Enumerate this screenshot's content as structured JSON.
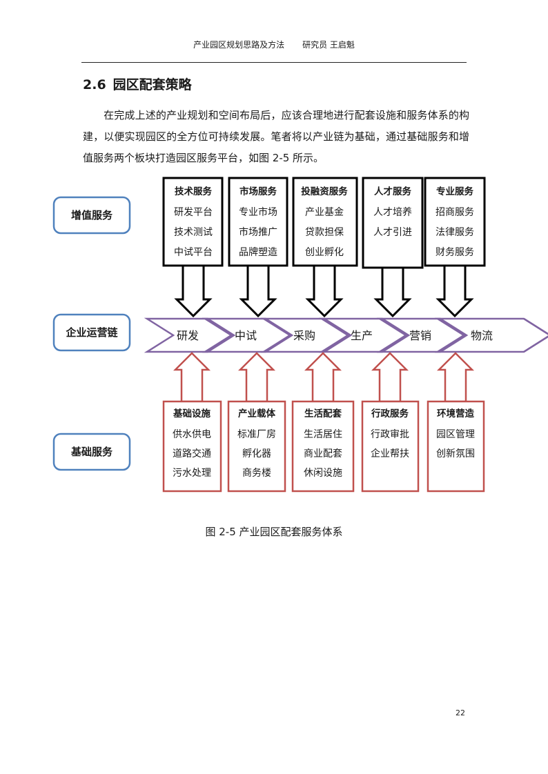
{
  "header": {
    "left": "产业园区规划思路及方法",
    "right": "研究员  王启魁"
  },
  "section": {
    "number": "2.6",
    "title": "园区配套策略"
  },
  "paragraph": "在完成上述的产业规划和空间布局后，应该合理地进行配套设施和服务体系的构建，以便实现园区的全方位可持续发展。笔者将以产业链为基础，通过基础服务和增值服务两个板块打造园区服务平台，如图 2-5 所示。",
  "diagram": {
    "labels": {
      "value_added": "增值服务",
      "chain": "企业运营链",
      "basic": "基础服务"
    },
    "chain_steps": [
      "研发",
      "中试",
      "采购",
      "生产",
      "营销",
      "物流"
    ],
    "top_boxes": [
      {
        "title": "技术服务",
        "items": [
          "研发平台",
          "技术测试",
          "中试平台"
        ]
      },
      {
        "title": "市场服务",
        "items": [
          "专业市场",
          "市场推广",
          "品牌塑造"
        ]
      },
      {
        "title": "投融资服务",
        "items": [
          "产业基金",
          "贷款担保",
          "创业孵化"
        ]
      },
      {
        "title": "人才服务",
        "items": [
          "人才培养",
          "人才引进"
        ]
      },
      {
        "title": "专业服务",
        "items": [
          "招商服务",
          "法律服务",
          "财务服务"
        ]
      }
    ],
    "bottom_boxes": [
      {
        "title": "基础设施",
        "items": [
          "供水供电",
          "道路交通",
          "污水处理"
        ]
      },
      {
        "title": "产业载体",
        "items": [
          "标准厂房",
          "孵化器",
          "商务楼"
        ]
      },
      {
        "title": "生活配套",
        "items": [
          "生活居住",
          "商业配套",
          "休闲设施"
        ]
      },
      {
        "title": "行政服务",
        "items": [
          "行政审批",
          "企业帮扶"
        ]
      },
      {
        "title": "环境营造",
        "items": [
          "园区管理",
          "创新氛围"
        ]
      }
    ],
    "colors": {
      "top_border": "#000000",
      "bottom_border": "#c0504d",
      "chain_border": "#8064a2",
      "label_border": "#4f81bd"
    }
  },
  "caption": "图  2-5  产业园区配套服务体系",
  "page_number": "22"
}
